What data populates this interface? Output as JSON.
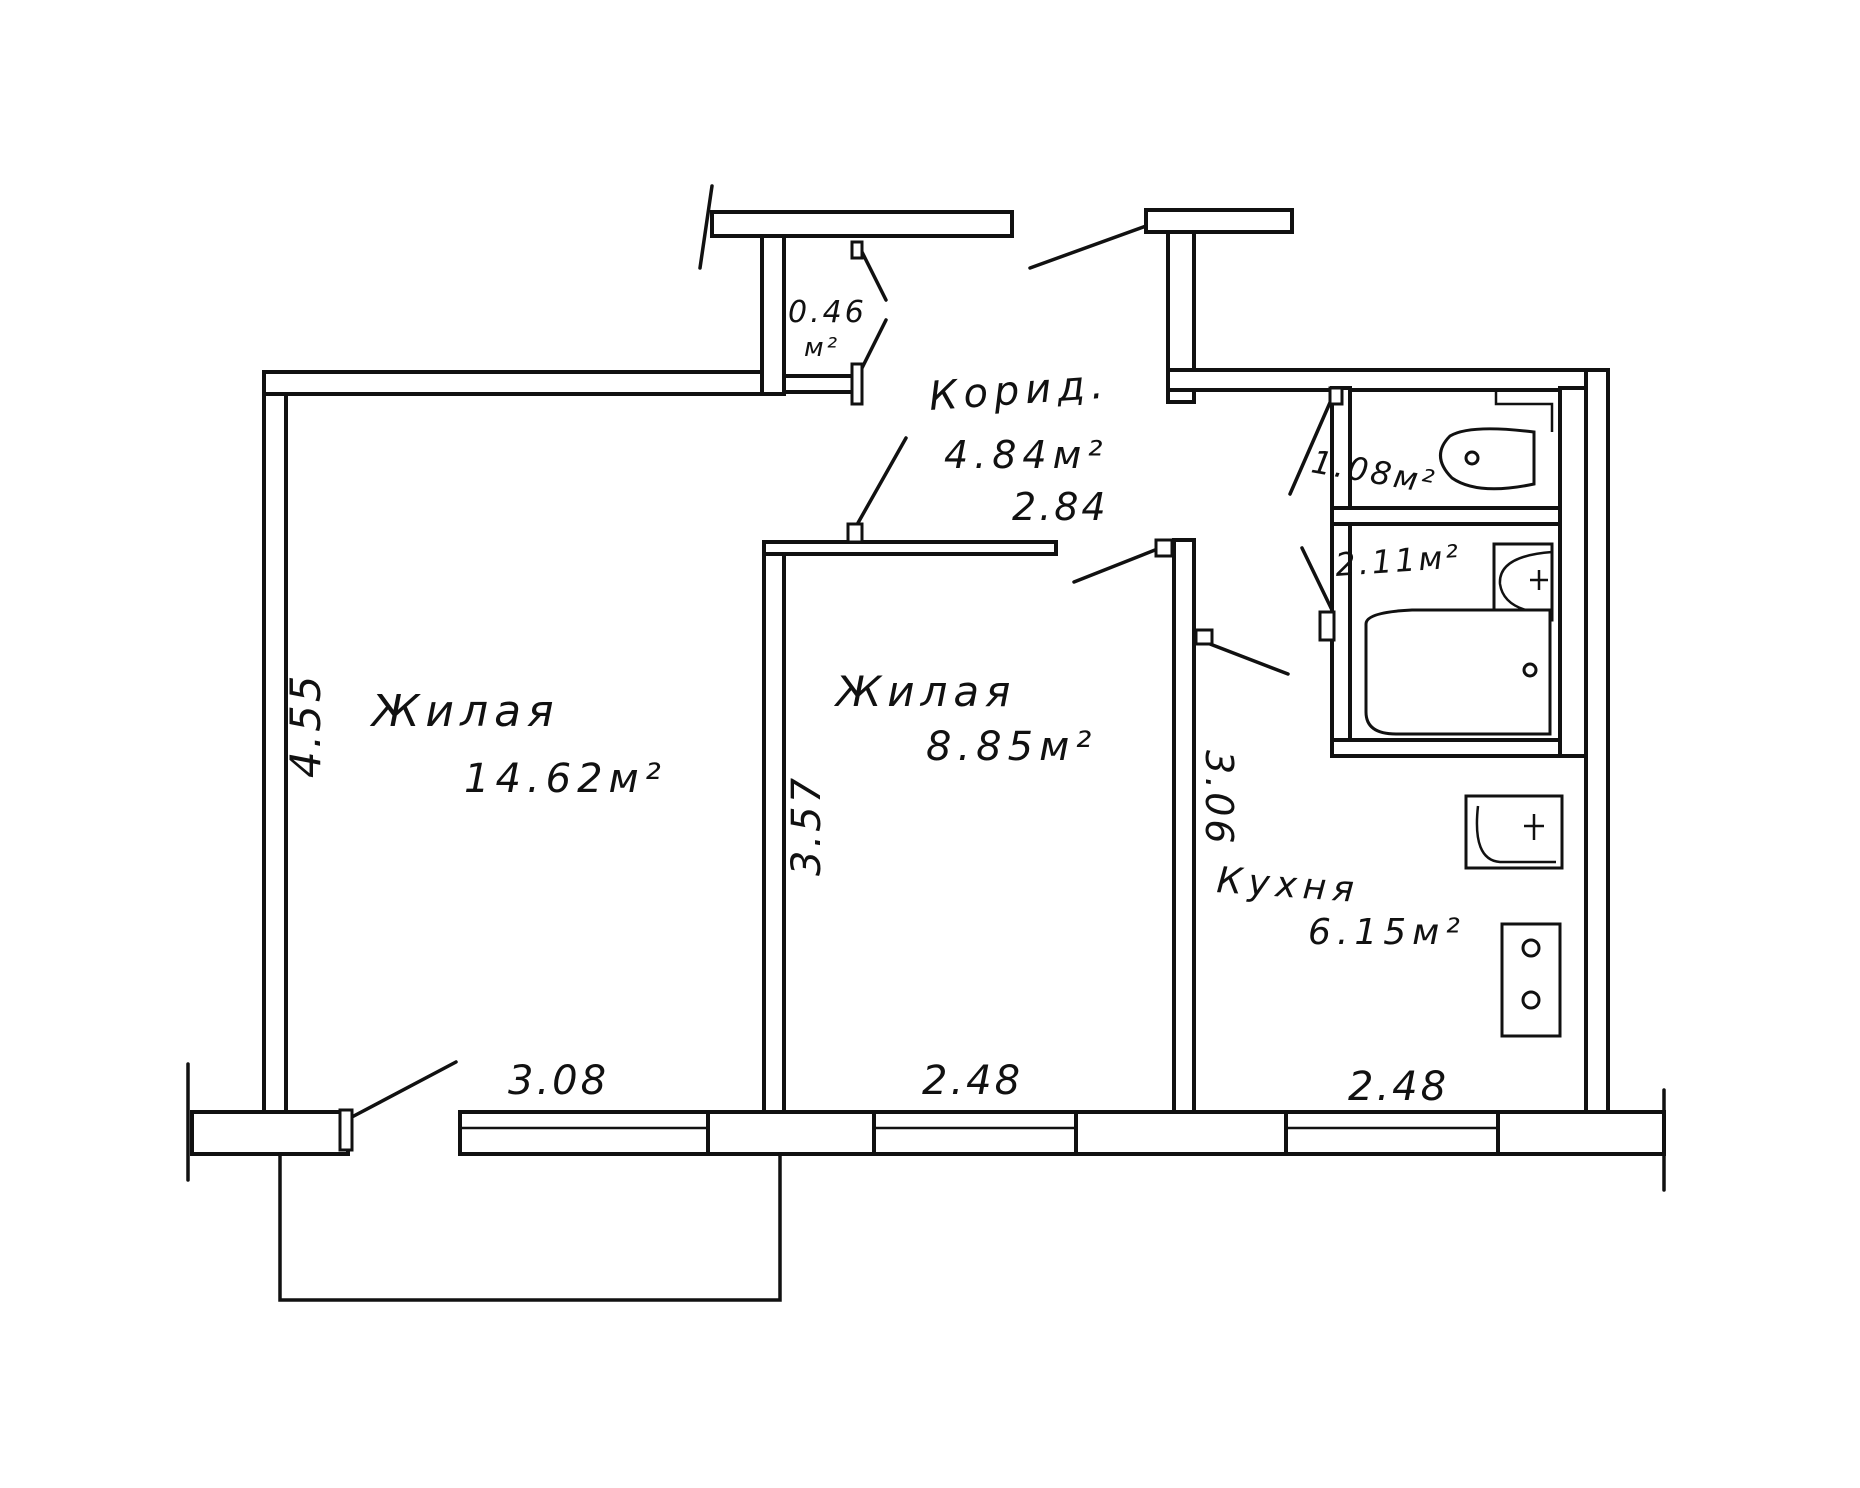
{
  "rooms": {
    "living_large": {
      "name": "Жилая",
      "area": "14.62м²",
      "dim_width": "3.08",
      "dim_length": "4.55"
    },
    "living_small": {
      "name": "Жилая",
      "area": "8.85м²",
      "dim_width": "2.48",
      "dim_length": "3.57"
    },
    "kitchen": {
      "name": "Кухня",
      "area": "6.15м²",
      "dim_width": "2.48",
      "dim_length": "3.06"
    },
    "corridor": {
      "name": "Корид.",
      "area": "4.84м²",
      "dim_length": "2.84"
    },
    "closet": {
      "area_value": "0.46",
      "area_unit": "м²"
    },
    "toilet": {
      "area": "1.08м²"
    },
    "bathroom": {
      "area": "2.11м²"
    }
  },
  "colors": {
    "ink": "#111111",
    "paper": "#ffffff"
  }
}
